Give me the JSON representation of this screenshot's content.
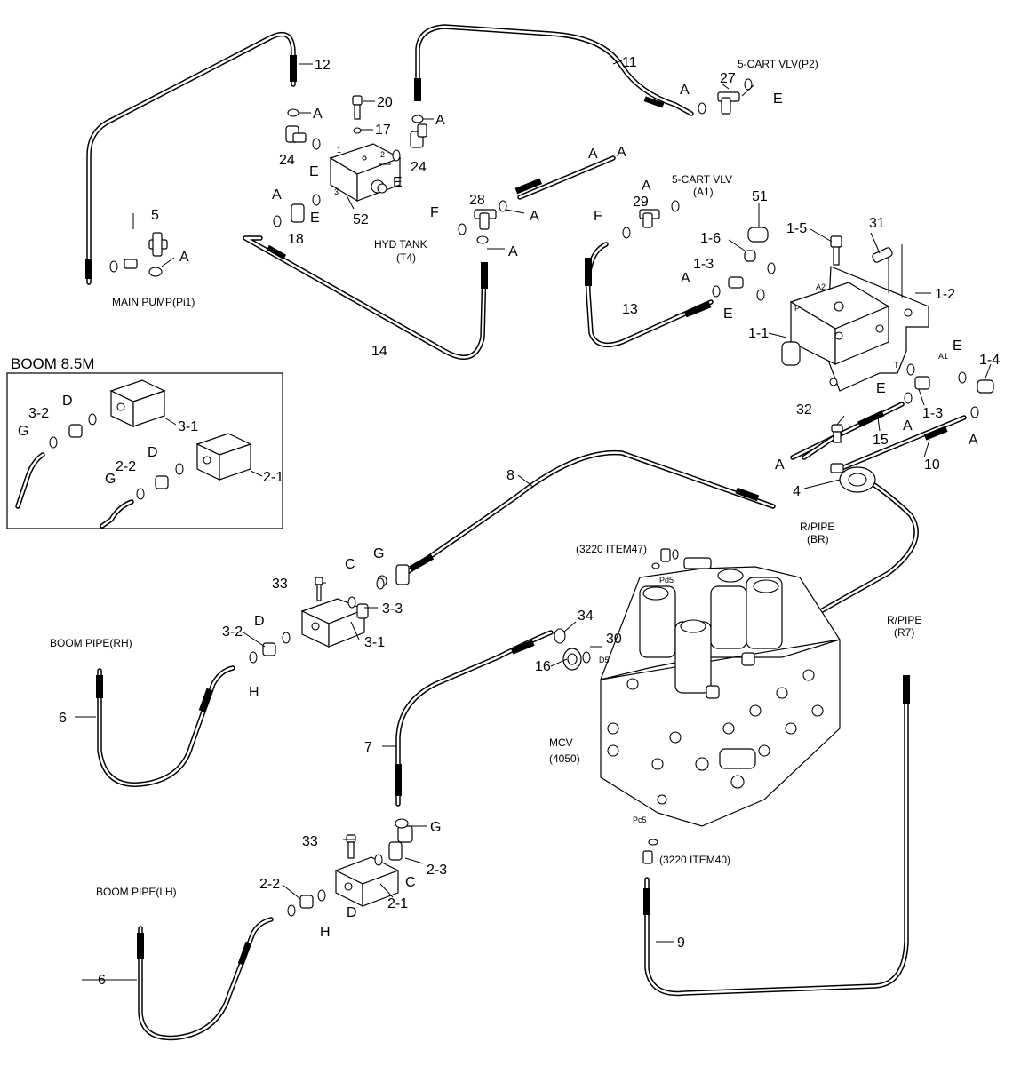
{
  "inset": {
    "title": "BOOM 8.5M"
  },
  "labels": {
    "main_pump": "MAIN PUMP(Pi1)",
    "hyd_tank_1": "HYD TANK",
    "hyd_tank_2": "(T4)",
    "cart_vlv_p2": "5-CART VLV(P2)",
    "cart_vlv_a1_1": "5-CART VLV",
    "cart_vlv_a1_2": "(A1)",
    "r_pipe_br_1": "R/PIPE",
    "r_pipe_br_2": "(BR)",
    "r_pipe_r7_1": "R/PIPE",
    "r_pipe_r7_2": "(R7)",
    "boom_pipe_rh": "BOOM PIPE(RH)",
    "boom_pipe_lh": "BOOM PIPE(LH)",
    "mcv_1": "MCV",
    "mcv_2": "(4050)",
    "item47": "(3220 ITEM47)",
    "item40": "(3220 ITEM40)",
    "pd5": "Pd5",
    "pc5": "Pc5",
    "d5": "D5",
    "port_p": "P",
    "port_a2": "A2",
    "port_a1": "A1",
    "port_t": "T",
    "port_1": "1",
    "port_2": "2",
    "port_3": "3"
  },
  "callouts": {
    "p1": "1-1",
    "p2": "1-2",
    "p3a": "1-3",
    "p3b": "1-3",
    "p4": "1-4",
    "p5": "1-5",
    "p6": "1-6",
    "p21": "2-1",
    "p21i": "2-1",
    "p22": "2-2",
    "p22i": "2-2",
    "p23": "2-3",
    "p31": "3-1",
    "p31i": "3-1",
    "p32": "3-2",
    "p32i": "3-2",
    "p33": "3-3",
    "n4": "4",
    "n5": "5",
    "n6a": "6",
    "n6b": "6",
    "n7": "7",
    "n8": "8",
    "n9": "9",
    "n10": "10",
    "n11": "11",
    "n12": "12",
    "n13": "13",
    "n14": "14",
    "n15": "15",
    "n16": "16",
    "n17": "17",
    "n18": "18",
    "n20": "20",
    "n24a": "24",
    "n24b": "24",
    "n27": "27",
    "n28": "28",
    "n29": "29",
    "n30": "30",
    "n31": "31",
    "n32": "32",
    "n33a": "33",
    "n33b": "33",
    "n34": "34",
    "n51": "51",
    "n52": "52"
  },
  "letters": {
    "A1": "A",
    "A2": "A",
    "A3": "A",
    "A4": "A",
    "A5": "A",
    "A6": "A",
    "A7": "A",
    "A8": "A",
    "A9": "A",
    "A10": "A",
    "A11": "A",
    "A12": "A",
    "A13": "A",
    "A14": "A",
    "E1": "E",
    "E2": "E",
    "E3": "E",
    "E4": "E",
    "E5": "E",
    "E6": "E",
    "E7": "E",
    "F1": "F",
    "F2": "F",
    "C1": "C",
    "C2": "C",
    "D1": "D",
    "D2": "D",
    "D3": "D",
    "D4": "D",
    "G1": "G",
    "G2": "G",
    "G3": "G",
    "G4": "G",
    "H1": "H",
    "H2": "H"
  }
}
